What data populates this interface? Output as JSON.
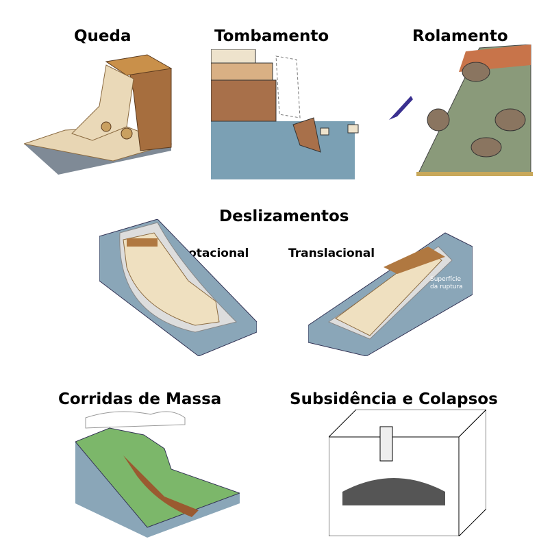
{
  "title": "Deslizamentos",
  "panels": {
    "queda": "Queda",
    "tombamento": "Tombamento",
    "rolamento": "Rolamento",
    "rotacional": "Rotacional",
    "translacional": "Translacional",
    "corridas": "Corridas de Massa",
    "subsidencia": "Subsidência e Colapsos"
  },
  "annotation": {
    "line1": "Superfície",
    "line2": "da ruptura"
  }
}
